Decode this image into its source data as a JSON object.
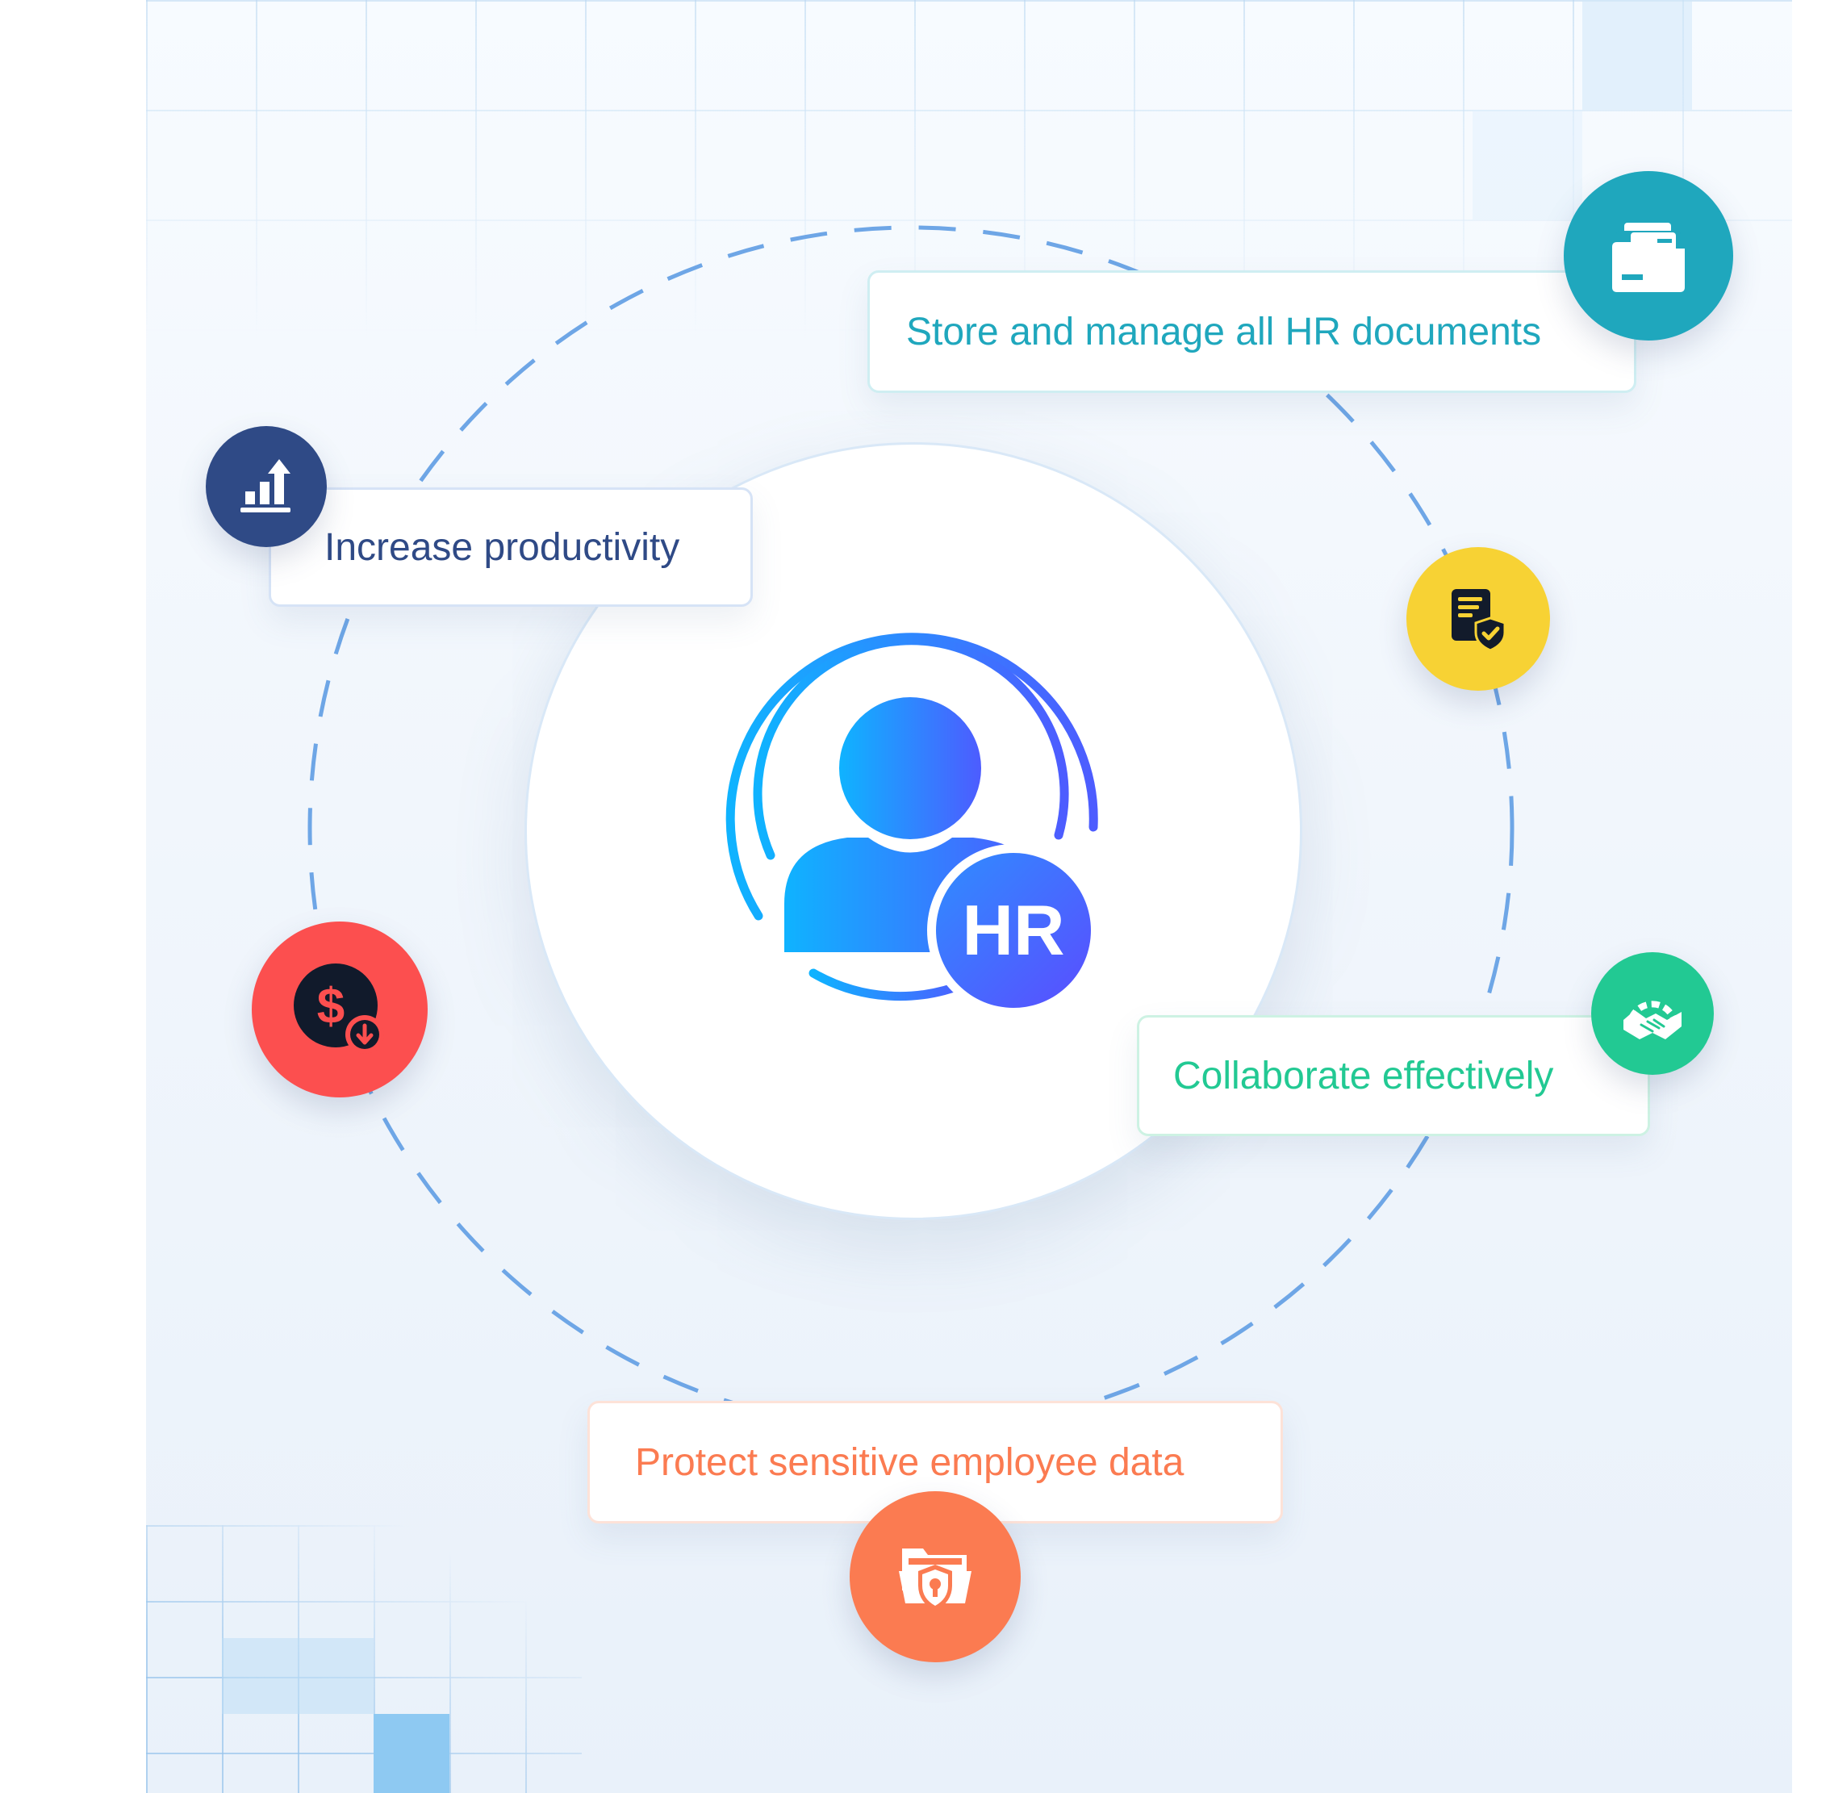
{
  "center": {
    "badge_text": "HR"
  },
  "features": [
    {
      "label": "Store and manage all HR documents",
      "icon": "folder-documents-icon",
      "color": "#1fa7bd"
    },
    {
      "label": "Increase productivity",
      "icon": "bar-chart-up-icon",
      "color": "#2f4a86"
    },
    {
      "label": "Collaborate effectively",
      "icon": "handshake-gear-icon",
      "color": "#22c993"
    },
    {
      "label": "Protect sensitive employee data",
      "icon": "secure-folder-icon",
      "color": "#fb7b51"
    }
  ],
  "extra_icons": [
    {
      "icon": "document-shield-icon",
      "color": "#f7d234"
    },
    {
      "icon": "cost-reduction-icon",
      "color": "#fc4f4f"
    }
  ]
}
